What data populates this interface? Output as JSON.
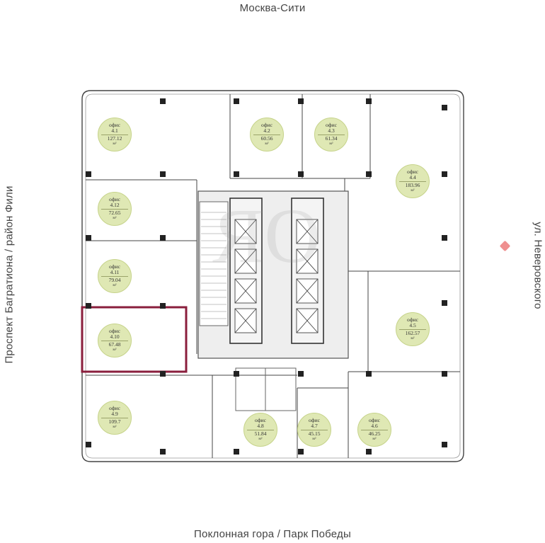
{
  "directions": {
    "north": "Москва-Сити",
    "south": "Поклонная гора / Парк Победы",
    "west": "Проспект Багратиона / район Фили",
    "east": "ул. Неверовского"
  },
  "colors": {
    "badge_fill": "#dfe8b4",
    "highlight": "#8a1e3c",
    "compass": "#ef8f8f",
    "core": "#eeeeee"
  },
  "offices": [
    {
      "label": "офис",
      "number": "4.1",
      "area": "127.12",
      "unit": "м²"
    },
    {
      "label": "офис",
      "number": "4.2",
      "area": "60.56",
      "unit": "м²"
    },
    {
      "label": "офис",
      "number": "4.3",
      "area": "61.34",
      "unit": "м²"
    },
    {
      "label": "офис",
      "number": "4.4",
      "area": "183.96",
      "unit": "м²"
    },
    {
      "label": "офис",
      "number": "4.12",
      "area": "72.65",
      "unit": "м²"
    },
    {
      "label": "офис",
      "number": "4.11",
      "area": "79.04",
      "unit": "м²"
    },
    {
      "label": "офис",
      "number": "4.10",
      "area": "67.48",
      "unit": "м²",
      "highlighted": true
    },
    {
      "label": "офис",
      "number": "4.5",
      "area": "162.57",
      "unit": "м²"
    },
    {
      "label": "офис",
      "number": "4.9",
      "area": "109.7",
      "unit": "м²"
    },
    {
      "label": "офис",
      "number": "4.8",
      "area": "51.84",
      "unit": "м²"
    },
    {
      "label": "офис",
      "number": "4.7",
      "area": "45.15",
      "unit": "м²"
    },
    {
      "label": "офис",
      "number": "4.6",
      "area": "46.25",
      "unit": "м²"
    }
  ]
}
